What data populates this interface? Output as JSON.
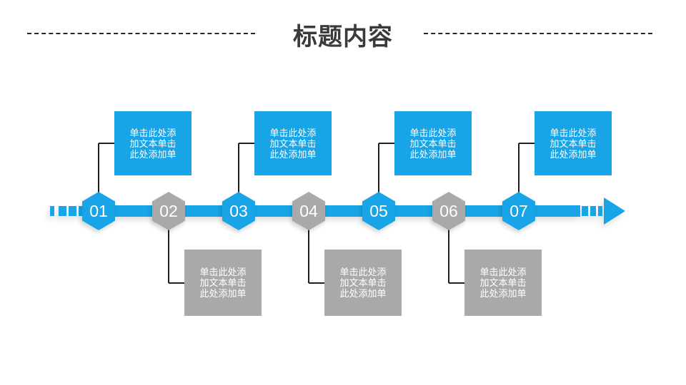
{
  "slide": {
    "title": "标题内容"
  },
  "colors": {
    "accent_blue": "#18A4E6",
    "accent_gray": "#A9A9A9",
    "connector_line": "#1f1f1f",
    "title_divider": "#262626",
    "title_text": "#3a3a3a",
    "box_text": "#ffffff"
  },
  "timeline": {
    "direction": "left-to-right",
    "nodes": [
      {
        "number": "01",
        "variant": "blue",
        "side": "above",
        "text_lines": [
          "单击此处添",
          "加文本单击",
          "此处添加单"
        ]
      },
      {
        "number": "02",
        "variant": "gray",
        "side": "below",
        "text_lines": [
          "单击此处添",
          "加文本单击",
          "此处添加单"
        ]
      },
      {
        "number": "03",
        "variant": "blue",
        "side": "above",
        "text_lines": [
          "单击此处添",
          "加文本单击",
          "此处添加单"
        ]
      },
      {
        "number": "04",
        "variant": "gray",
        "side": "below",
        "text_lines": [
          "单击此处添",
          "加文本单击",
          "此处添加单"
        ]
      },
      {
        "number": "05",
        "variant": "blue",
        "side": "above",
        "text_lines": [
          "单击此处添",
          "加文本单击",
          "此处添加单"
        ]
      },
      {
        "number": "06",
        "variant": "gray",
        "side": "below",
        "text_lines": [
          "单击此处添",
          "加文本单击",
          "此处添加单"
        ]
      },
      {
        "number": "07",
        "variant": "blue",
        "side": "above",
        "text_lines": [
          "单击此处添",
          "加文本单击",
          "此处添加单"
        ]
      }
    ]
  }
}
